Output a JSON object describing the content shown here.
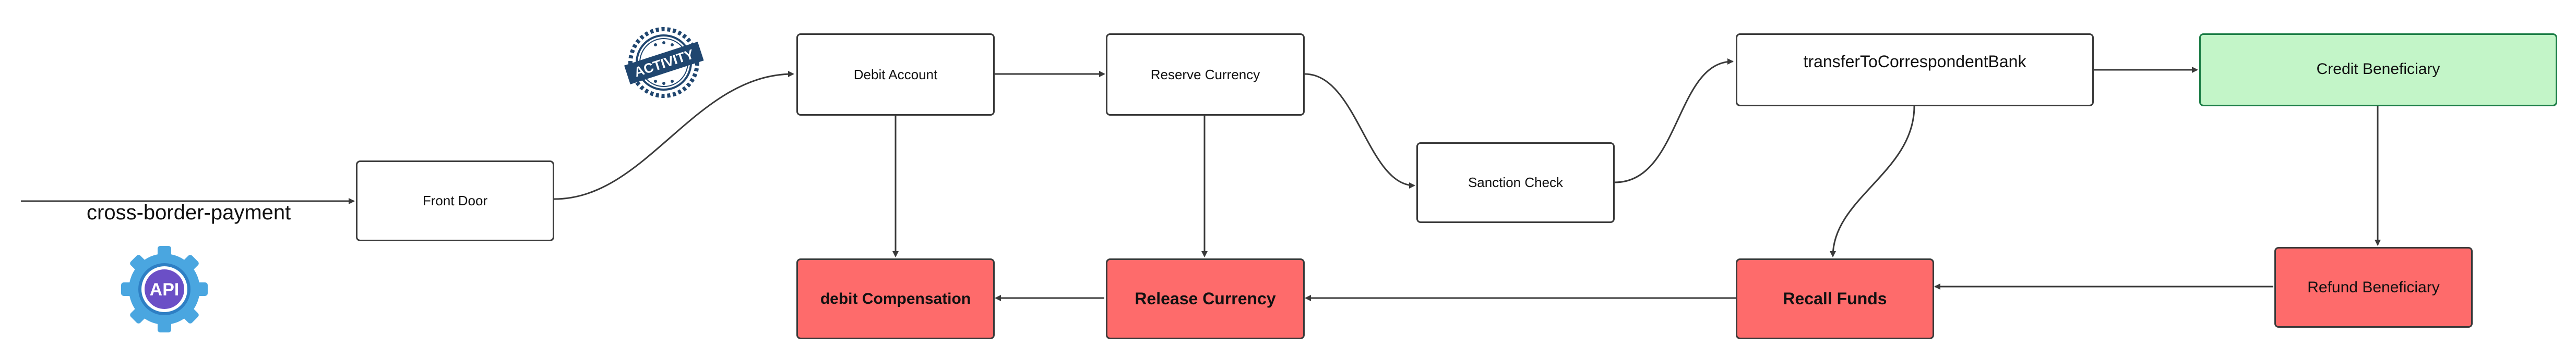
{
  "diagram": {
    "entry_label": "cross-border-payment",
    "nodes": {
      "front_door": "Front Door",
      "debit_account": "Debit Account",
      "reserve_currency": "Reserve Currency",
      "sanction_check": "Sanction Check",
      "transfer": "transferToCorrespondentBank",
      "credit_beneficiary": "Credit Beneficiary",
      "debit_compensation": "debit Compensation",
      "release_currency": "Release Currency",
      "recall_funds": "Recall Funds",
      "refund_beneficiary": "Refund Beneficiary"
    },
    "badges": {
      "api": "API",
      "activity": "ACTIVITY"
    },
    "icons": {
      "api": "gear-icon",
      "activity": "stamp-badge-icon"
    },
    "colors": {
      "compensation_fill": "#fe6b6b",
      "success_fill": "#c3f5c8",
      "success_border": "#1b7d46",
      "edge": "#3a3a3a"
    }
  }
}
